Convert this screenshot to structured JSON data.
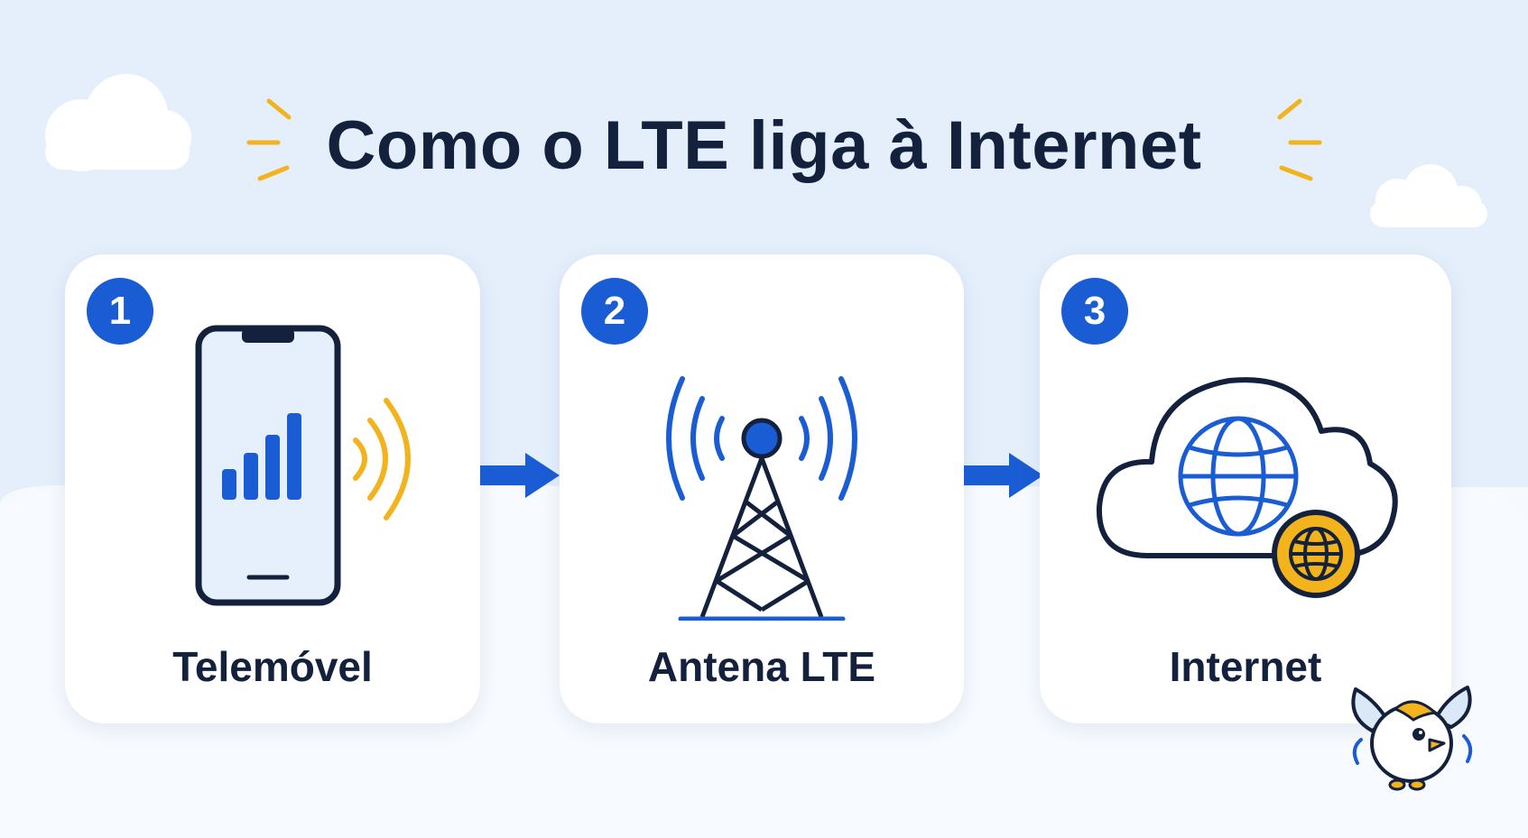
{
  "title": "Como o LTE liga à Internet",
  "steps": [
    {
      "number": "1",
      "label": "Telemóvel",
      "icon": "smartphone-signal-icon"
    },
    {
      "number": "2",
      "label": "Antena LTE",
      "icon": "cell-tower-icon"
    },
    {
      "number": "3",
      "label": "Internet",
      "icon": "cloud-globe-icon"
    }
  ],
  "colors": {
    "background": "#e4effb",
    "accent_blue": "#1a5cd3",
    "accent_yellow": "#f2b31c",
    "dark_navy": "#14213d",
    "card": "#ffffff"
  }
}
